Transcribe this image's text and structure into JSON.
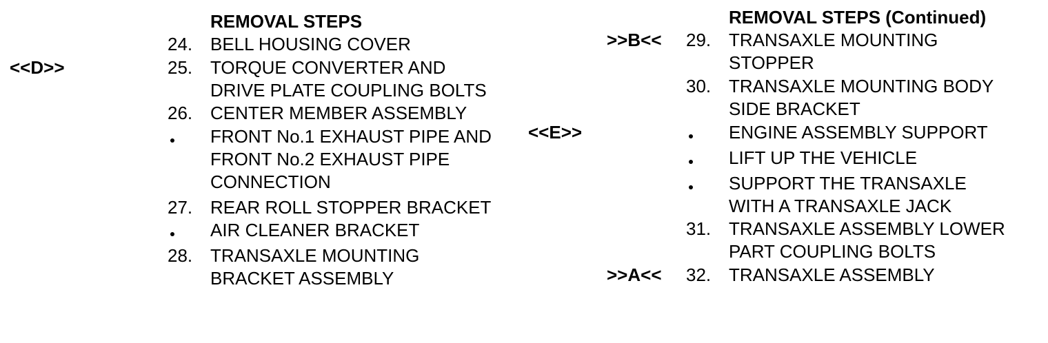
{
  "left_column": {
    "heading": "REMOVAL STEPS",
    "markers": [
      {
        "label": "<<D>>"
      }
    ],
    "steps": [
      {
        "num": "24.",
        "lines": [
          "BELL HOUSING COVER"
        ]
      },
      {
        "num": "25.",
        "lines": [
          "TORQUE CONVERTER AND",
          "DRIVE PLATE COUPLING BOLTS"
        ]
      },
      {
        "num": "26.",
        "lines": [
          "CENTER MEMBER ASSEMBLY"
        ]
      },
      {
        "num": "•",
        "lines": [
          "FRONT No.1 EXHAUST PIPE AND",
          "FRONT No.2 EXHAUST PIPE",
          "CONNECTION"
        ]
      },
      {
        "num": "27.",
        "lines": [
          "REAR ROLL STOPPER BRACKET"
        ]
      },
      {
        "num": "•",
        "lines": [
          "AIR CLEANER BRACKET"
        ]
      },
      {
        "num": "28.",
        "lines": [
          "TRANSAXLE MOUNTING",
          "BRACKET ASSEMBLY"
        ]
      }
    ]
  },
  "right_column": {
    "heading": "REMOVAL STEPS (Continued)",
    "markers": [
      {
        "label": ">>B<<"
      },
      {
        "label": "<<E>>"
      },
      {
        "label": ">>A<<"
      }
    ],
    "steps": [
      {
        "num": "29.",
        "lines": [
          "TRANSAXLE MOUNTING",
          "STOPPER"
        ]
      },
      {
        "num": "30.",
        "lines": [
          "TRANSAXLE MOUNTING BODY",
          "SIDE BRACKET"
        ]
      },
      {
        "num": "•",
        "lines": [
          "ENGINE ASSEMBLY SUPPORT"
        ]
      },
      {
        "num": "•",
        "lines": [
          "LIFT UP THE VEHICLE"
        ]
      },
      {
        "num": "•",
        "lines": [
          "SUPPORT THE TRANSAXLE",
          "WITH A TRANSAXLE JACK"
        ]
      },
      {
        "num": "31.",
        "lines": [
          "TRANSAXLE ASSEMBLY LOWER",
          "PART COUPLING BOLTS"
        ]
      },
      {
        "num": "32.",
        "lines": [
          "TRANSAXLE ASSEMBLY"
        ]
      }
    ]
  }
}
